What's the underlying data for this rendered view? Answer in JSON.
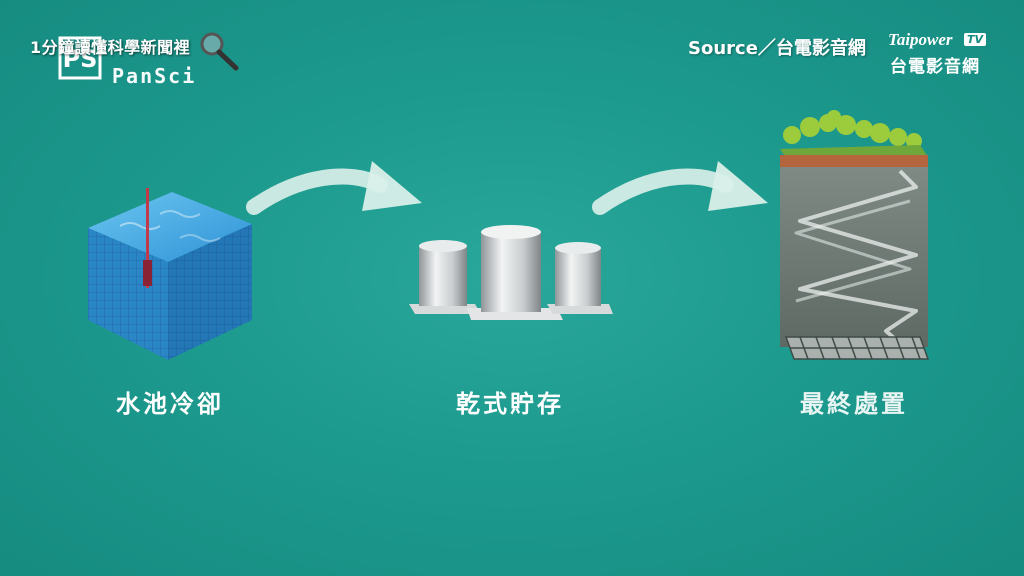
{
  "branding": {
    "ticker_text": "1分鐘讀懂科學新聞裡",
    "logo_letters": "PS",
    "brand_name": "PanSci"
  },
  "source": {
    "text": "Source／台電影音網",
    "tv_brand": "Taipower",
    "tv_badge": "TV",
    "tv_subtitle": "台電影音網"
  },
  "stages": [
    {
      "label": "水池冷卻",
      "icon": "water-pool-cube-icon"
    },
    {
      "label": "乾式貯存",
      "icon": "dry-cask-storage-icon"
    },
    {
      "label": "最終處置",
      "icon": "geological-repository-icon"
    }
  ],
  "colors": {
    "background": "#1d9a8e",
    "arrow": "#d9efe9",
    "water": "#2d8fd3"
  }
}
